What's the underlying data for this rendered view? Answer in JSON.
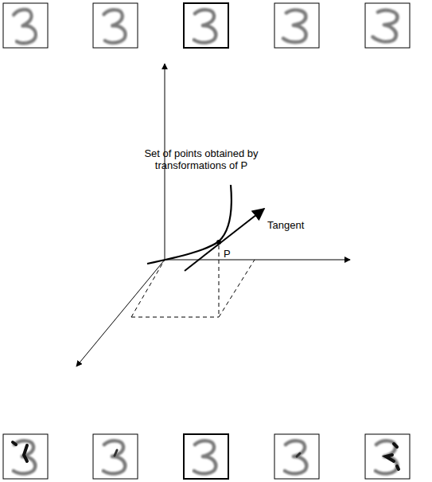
{
  "diagram": {
    "labels": [
      "Set of points obtained by transformations of P",
      "Tangent",
      "P"
    ]
  }
}
